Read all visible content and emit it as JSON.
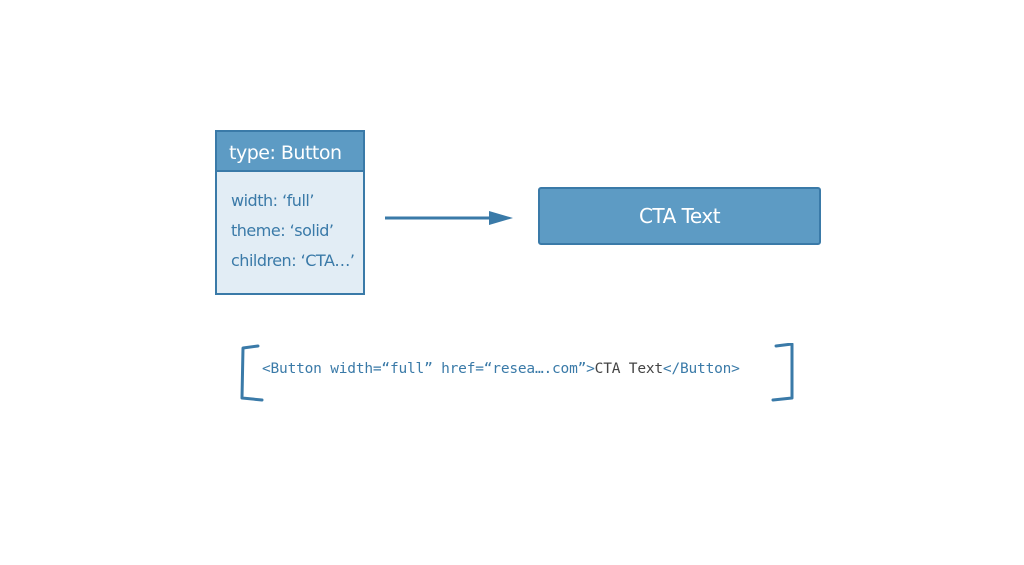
{
  "component_card": {
    "header": "type: Button",
    "props": [
      "width: ‘full’",
      "theme: ‘solid’",
      "children: ‘CTA…’"
    ]
  },
  "preview": {
    "button_label": "CTA Text"
  },
  "code": {
    "open_tag": "<Button width=“full” href=“resea….com”>",
    "inner_text": "CTA Text",
    "close_tag": "</Button>"
  },
  "colors": {
    "accent": "#5d9bc4",
    "stroke": "#3a7aa8",
    "light_fill": "#e2edf5",
    "code_text": "#444444"
  }
}
